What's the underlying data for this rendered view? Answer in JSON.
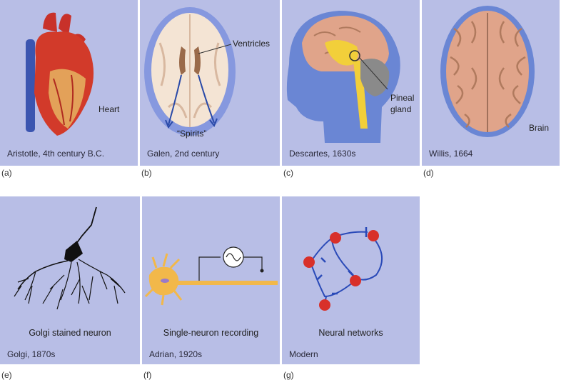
{
  "panels": {
    "a": {
      "letter": "(a)",
      "caption": "Aristotle, 4th century B.C.",
      "label": "Heart"
    },
    "b": {
      "letter": "(b)",
      "caption": "Galen, 2nd century",
      "label_ventricles": "Ventricles",
      "label_spirits": "“Spirits”"
    },
    "c": {
      "letter": "(c)",
      "caption": "Descartes, 1630s",
      "label_pineal_1": "Pineal",
      "label_pineal_2": "gland"
    },
    "d": {
      "letter": "(d)",
      "caption": "Willis, 1664",
      "label": "Brain"
    },
    "e": {
      "letter": "(e)",
      "caption": "Golgi, 1870s",
      "label": "Golgi stained neuron"
    },
    "f": {
      "letter": "(f)",
      "caption": "Adrian, 1920s",
      "label": "Single-neuron recording"
    },
    "g": {
      "letter": "(g)",
      "caption": "Modern",
      "label": "Neural networks"
    }
  },
  "colors": {
    "panel_bg": "#b8bee6",
    "heart_red": "#d23a2a",
    "brain_pink": "#e0a48a",
    "vessel_blue": "#3b55b0",
    "neuron_yellow": "#f2b84a",
    "network_blue": "#2a4ab8",
    "node_red": "#d8302a"
  }
}
